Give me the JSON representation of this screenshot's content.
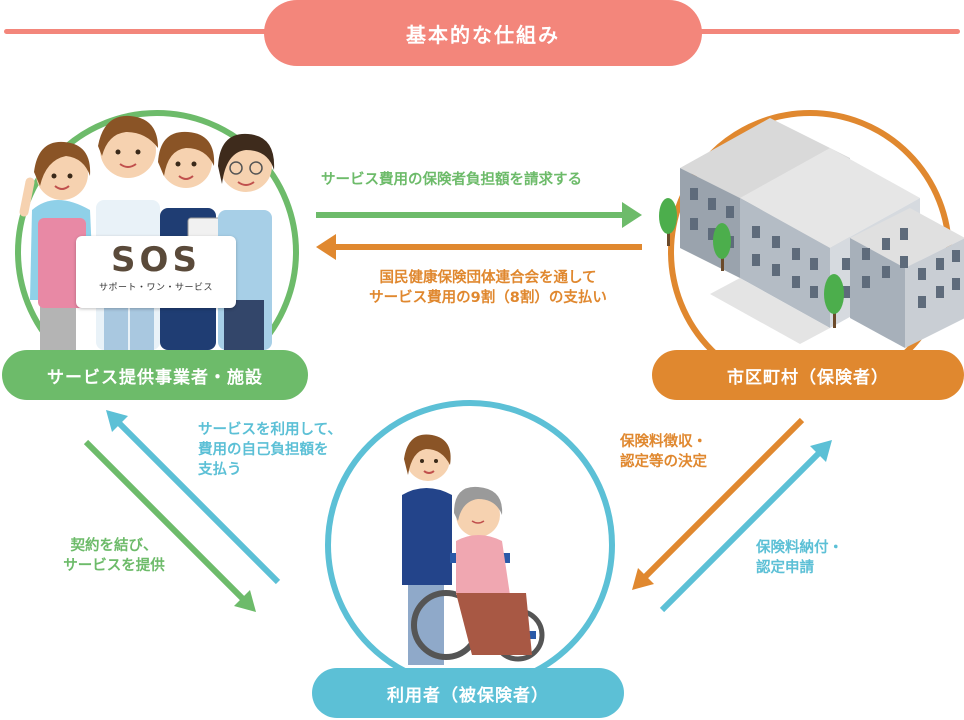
{
  "title": "基本的な仕組み",
  "nodes": {
    "provider": {
      "label": "サービス提供事業者・施設"
    },
    "municipality": {
      "label": "市区町村（保険者）"
    },
    "user": {
      "label": "利用者（被保険者）"
    }
  },
  "logo": {
    "main": "SOS",
    "sub": "サポート・ワン・サービス"
  },
  "flows": {
    "billing": {
      "text": "サービス費用の保険者負担額を請求する"
    },
    "payment": {
      "line1": "国民健康保険団体連合会を通して",
      "line2": "サービス費用の9割（8割）の支払い"
    },
    "copay": {
      "line1": "サービスを利用して、",
      "line2": "費用の自己負担額を",
      "line3": "支払う"
    },
    "contract": {
      "line1": "契約を結び、",
      "line2": "サービスを提供"
    },
    "premium_collect": {
      "line1": "保険料徴収・",
      "line2": "認定等の決定"
    },
    "premium_pay": {
      "line1": "保険料納付・",
      "line2": "認定申請"
    }
  },
  "colors": {
    "title": "#f3867b",
    "green": "#6dbb6a",
    "orange": "#e0882f",
    "blue": "#5cc0d6"
  }
}
